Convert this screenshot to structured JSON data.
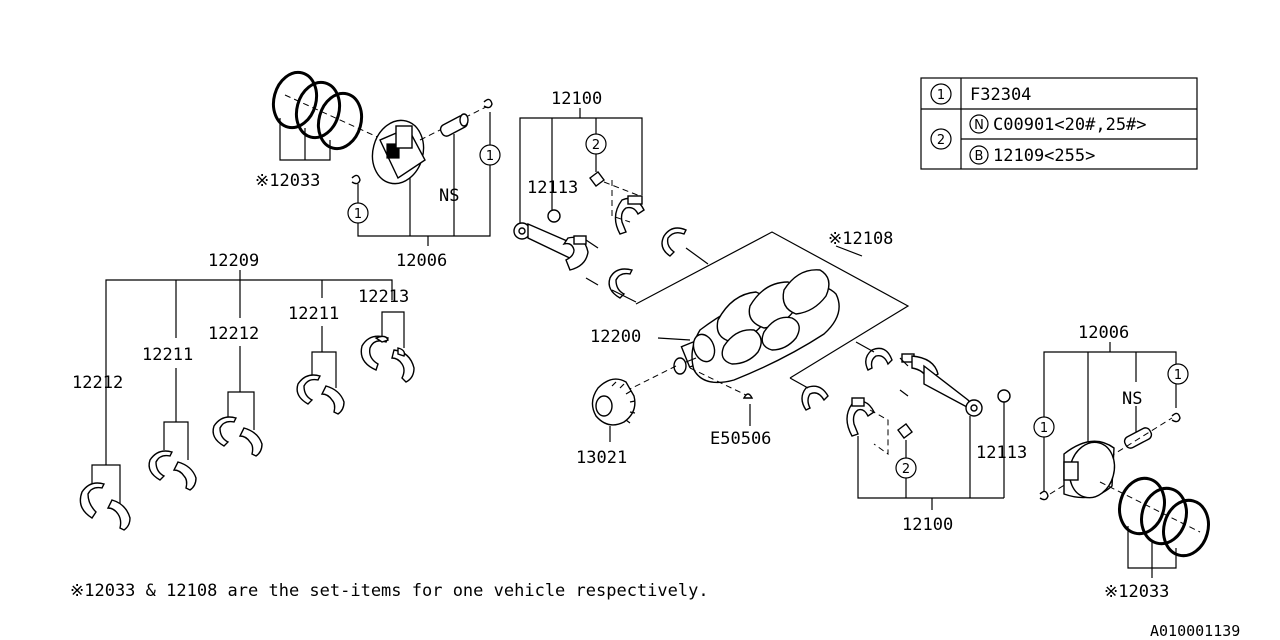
{
  "legend": {
    "row1_key": "1",
    "row1_value": "F32304",
    "row2_key": "2",
    "row2a_symbol": "N",
    "row2a_value": "C00901<20#,25#>",
    "row2b_symbol": "B",
    "row2b_value": "12109<255>"
  },
  "labels": {
    "rings_top": "※12033",
    "piston_top": "12006",
    "ns_top": "NS",
    "callout1_top_a": "1",
    "callout1_top_b": "1",
    "rod_top_group": "12100",
    "rod_top_callout2": "2",
    "rod_top_bushing": "12113",
    "crank_set": "※12108",
    "bearings_group": "12209",
    "bearing_12212_a": "12212",
    "bearing_12211_a": "12211",
    "bearing_12212_b": "12212",
    "bearing_12211_b": "12211",
    "bearing_12213": "12213",
    "crankshaft": "12200",
    "sprocket": "13021",
    "key": "E50506",
    "piston_bottom": "12006",
    "ns_bottom": "NS",
    "callout1_bottom_a": "1",
    "callout1_bottom_b": "1",
    "rod_bottom_bushing": "12113",
    "rod_bottom_callout2": "2",
    "rod_bottom_group": "12100",
    "rings_bottom": "※12033"
  },
  "footnote": "※12033 & 12108 are the set-items for one vehicle respectively.",
  "diagram_id": "A010001139"
}
